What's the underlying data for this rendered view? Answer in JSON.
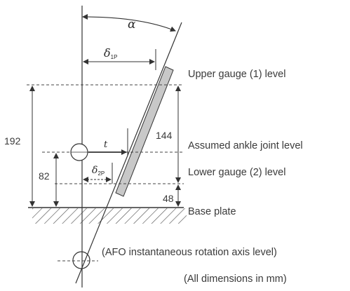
{
  "labels": {
    "upper_gauge": "Upper gauge (1) level",
    "ankle_joint": "Assumed ankle joint level",
    "lower_gauge": "Lower gauge (2) level",
    "base_plate": "Base plate",
    "rotation_axis": "(AFO instantaneous rotation axis level)",
    "units_note": "(All dimensions in mm)"
  },
  "dimensions": {
    "d192": "192",
    "d82": "82",
    "d144": "144",
    "d48": "48"
  },
  "symbols": {
    "alpha": "α",
    "delta1_base": "δ",
    "delta1_sub": "1P",
    "delta2_base": "δ",
    "delta2_sub": "2P",
    "t": "t"
  }
}
